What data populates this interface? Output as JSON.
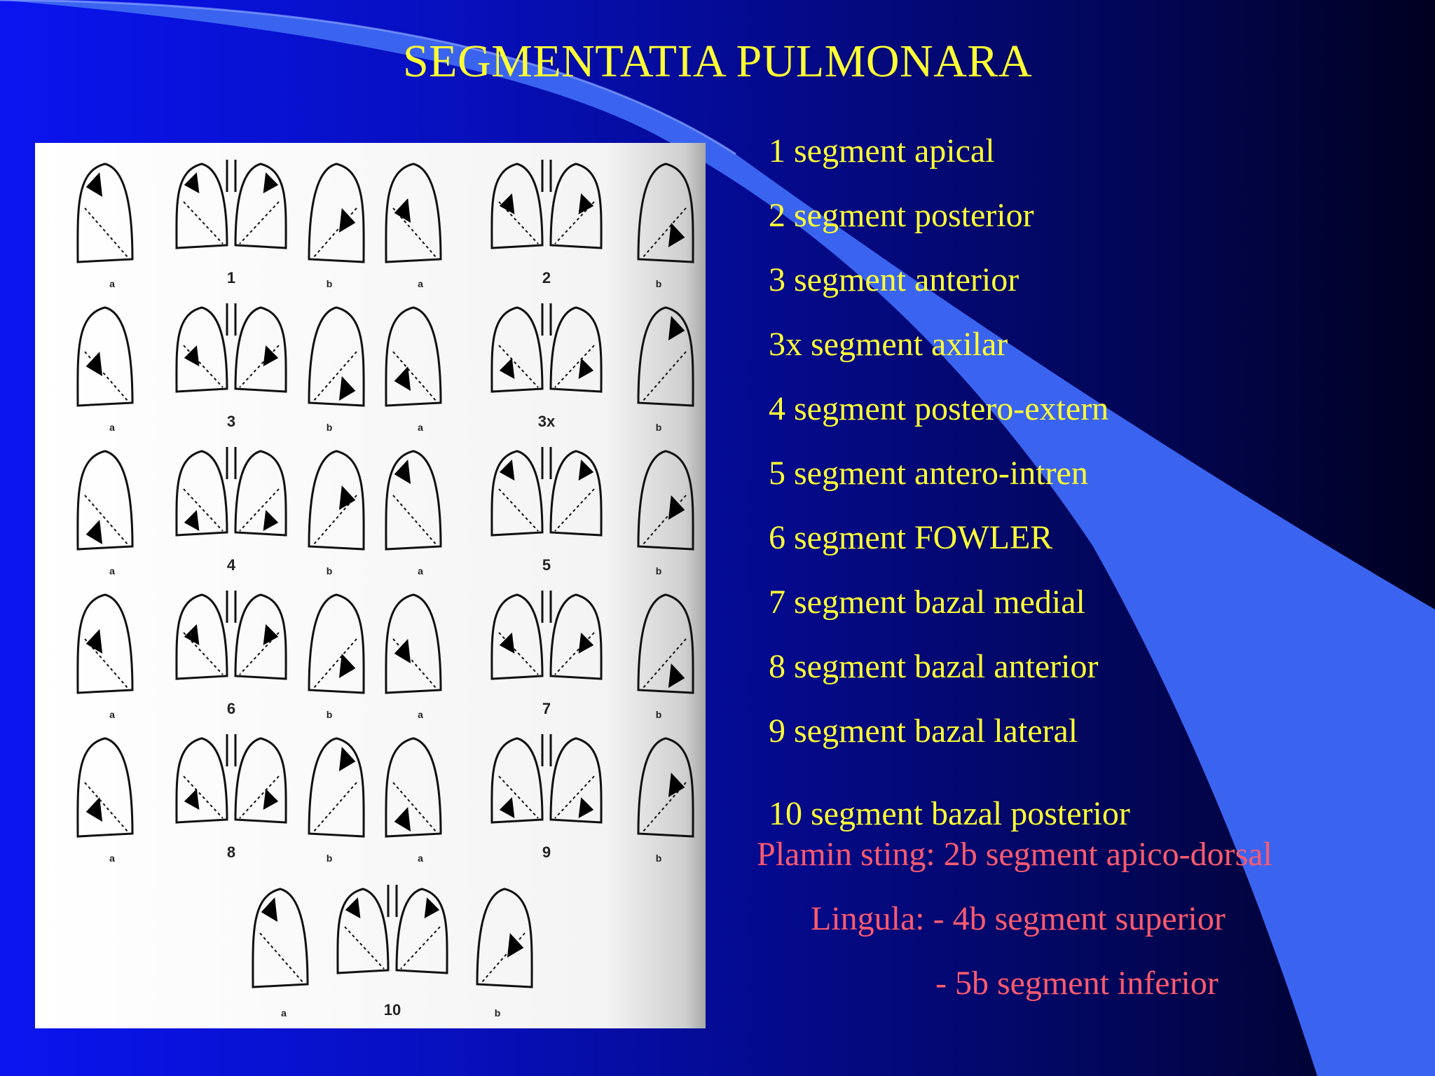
{
  "slide": {
    "title": "SEGMENTATIA PULMONARA",
    "colors": {
      "background_left": "#0a14f0",
      "background_right": "#000020",
      "swoosh": "#3a64f0",
      "title_text": "#ffff33",
      "note_text": "#ff5a6e"
    }
  },
  "segments": [
    "1 segment apical",
    "2 segment posterior",
    "3 segment anterior",
    "3x segment axilar",
    "4 segment postero-extern",
    "5 segment antero-intren",
    "6 segment FOWLER",
    "7 segment bazal medial",
    "8 segment bazal anterior",
    "9 segment bazal lateral",
    "10 segment bazal posterior"
  ],
  "notes": {
    "plamin_sting": "Plamin sting: 2b segment apico-dorsal",
    "lingula_line1": "Lingula: - 4b segment superior",
    "lingula_line2": "- 5b segment  inferior"
  },
  "diagram": {
    "panels": [
      {
        "label": "1",
        "sides": [
          "a",
          "b"
        ]
      },
      {
        "label": "2",
        "sides": [
          "a",
          "b"
        ]
      },
      {
        "label": "3",
        "sides": [
          "a",
          "b"
        ]
      },
      {
        "label": "3x",
        "sides": [
          "a",
          "b"
        ]
      },
      {
        "label": "4",
        "sides": [
          "a",
          "b"
        ]
      },
      {
        "label": "5",
        "sides": [
          "a",
          "b"
        ]
      },
      {
        "label": "6",
        "sides": [
          "a",
          "b"
        ]
      },
      {
        "label": "7",
        "sides": [
          "a",
          "b"
        ]
      },
      {
        "label": "8",
        "sides": [
          "a",
          "b"
        ]
      },
      {
        "label": "9",
        "sides": [
          "a",
          "b"
        ]
      },
      {
        "label": "10",
        "sides": [
          "a",
          "b"
        ]
      }
    ]
  }
}
